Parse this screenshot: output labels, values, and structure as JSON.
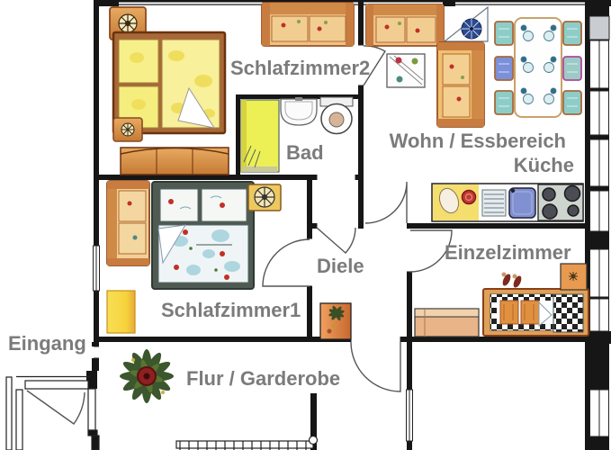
{
  "document": {
    "type": "floor-plan",
    "language": "de"
  },
  "rooms": {
    "schlafzimmer2": {
      "label": "Schlafzimmer2"
    },
    "bad": {
      "label": "Bad"
    },
    "wohn_essbereich": {
      "label": "Wohn / Essbereich"
    },
    "kueche": {
      "label": "Küche"
    },
    "schlafzimmer1": {
      "label": "Schlafzimmer1"
    },
    "diele": {
      "label": "Diele"
    },
    "einzelzimmer": {
      "label": "Einzelzimmer"
    },
    "eingang": {
      "label": "Eingang"
    },
    "flur_garderobe": {
      "label": "Flur / Garderobe"
    }
  },
  "colors": {
    "label_text": "#7b7b7b",
    "walls": "#161616",
    "wood_furniture": "#d0894a",
    "sofa_fabric": "#eec088",
    "bed2_bedding_yellow": "#f5ef90",
    "bed1_bedding_blue": "#aed6de",
    "accent_flower_red": "#c13028",
    "shower_yellow": "#edf054",
    "wardrobe_yellow": "#f6d23c",
    "counter_yellow": "#f4de6e",
    "sink_blue": "#8090d0",
    "stove_gray": "#ced4ce",
    "chair_teal": "#8ecdc7",
    "chair_blue": "#7a90d8",
    "chair_magenta_trim": "#b0489a",
    "fan_blue": "#2a4a8e",
    "plant_green": "#2c481c",
    "plant_center_red": "#8e2020",
    "einzel_bed_orange": "#dfa058"
  },
  "icons": {
    "compass_rose_icon": "✳",
    "fan_icon": "✷",
    "plant_icon": "❋",
    "stove_burner_icon": "●",
    "coat_rack_icon": "┯"
  }
}
